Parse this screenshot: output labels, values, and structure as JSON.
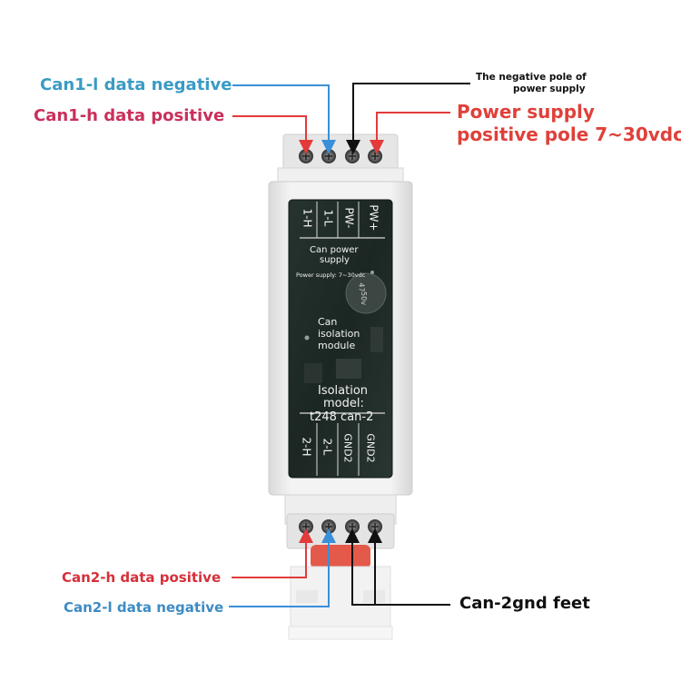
{
  "labels": {
    "can1_l": "Can1-l data negative",
    "can1_h": "Can1-h data positive",
    "neg_pole_line1": "The negative pole of",
    "neg_pole_line2": "power supply",
    "power_line1": "Power supply",
    "power_line2": "positive pole 7~30vdc",
    "can2_h": "Can2-h data positive",
    "can2_l": "Can2-l data negative",
    "can2_gnd": "Can-2gnd feet"
  },
  "module": {
    "top_pins": [
      "1-H",
      "1-L",
      "PW-",
      "PW+"
    ],
    "power_title_line1": "Can power",
    "power_title_line2": "supply",
    "power_spec": "Power supply: 7~30vdc",
    "cap_line1": "47",
    "cap_line2": "50v",
    "name_line1": "Can",
    "name_line2": "isolation",
    "name_line3": "module",
    "model_line1": "Isolation",
    "model_line2": "model:",
    "model_line3": "t248 can-2",
    "bottom_pins": [
      "2-H",
      "2-L",
      "GND2",
      "GND2"
    ]
  },
  "colors": {
    "arrow_red": "#e33a3a",
    "arrow_blue": "#3a8fd9",
    "arrow_black": "#111111",
    "panel": "#1f2a27",
    "housing": "#ececec"
  }
}
